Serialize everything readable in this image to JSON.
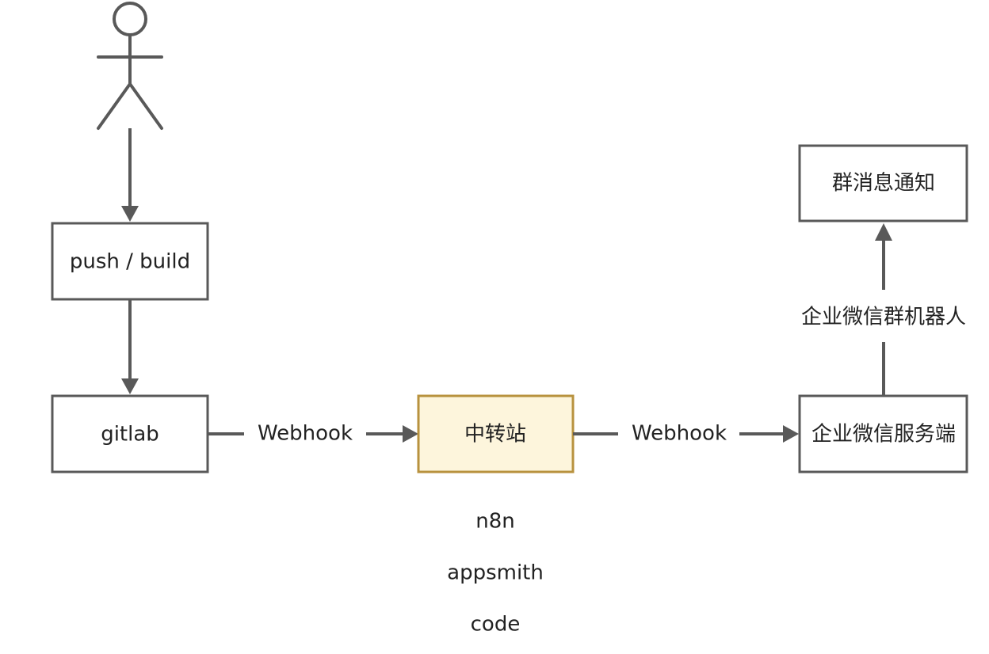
{
  "colors": {
    "stroke": "#595959",
    "relay_fill": "#fdf5dc",
    "relay_stroke": "#b8923e",
    "text": "#222222"
  },
  "actor": {
    "icon": "person-icon"
  },
  "nodes": {
    "push_build": "push / build",
    "gitlab": "gitlab",
    "relay": "中转站",
    "wecom_server": "企业微信服务端",
    "group_notice": "群消息通知"
  },
  "edges": {
    "gitlab_to_relay": "Webhook",
    "relay_to_server": "Webhook",
    "server_to_notice": "企业微信群机器人"
  },
  "relay_options": [
    "n8n",
    "appsmith",
    "code"
  ]
}
